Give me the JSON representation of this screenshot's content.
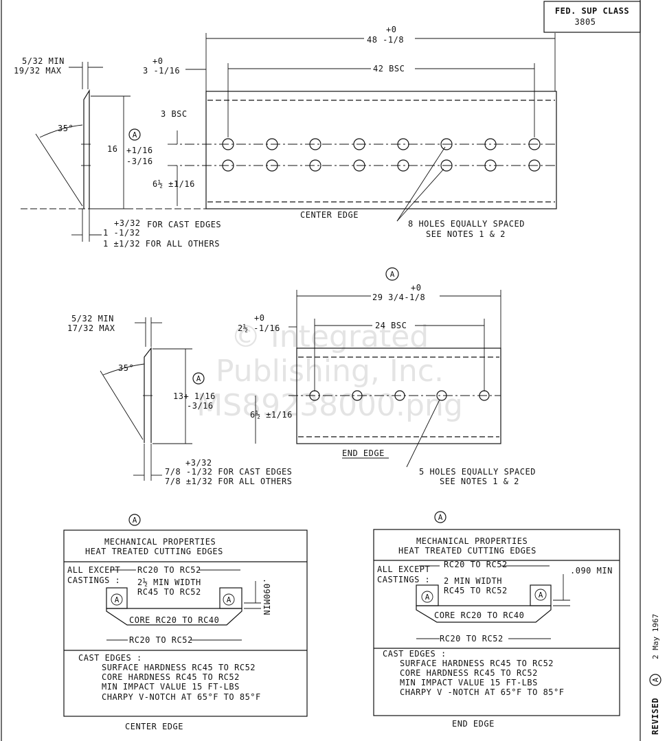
{
  "title_block": {
    "label": "FED. SUP CLASS",
    "value": "3805"
  },
  "revision": {
    "text": "REVISED",
    "mark": "A",
    "date": "2 May 1967"
  },
  "watermark": [
    "© Integrated",
    "Publishing, Inc.",
    "MS89238000.png"
  ],
  "center_edge": {
    "rev_mark": "A",
    "thickness": [
      "5/32 MIN",
      "19/32 MAX"
    ],
    "angle": "35°",
    "height_main": "16",
    "height_tol": [
      "+1/16",
      "-3/16"
    ],
    "overall_length_top": "+0",
    "overall_length": "48 -1/8",
    "hole_span": "42 BSC",
    "offset_tol": "+0",
    "offset": "3 -1/16",
    "row_spacing": "3 BSC",
    "bottom_row": "6½ ±1/16",
    "edge_cast_tol": "+3/32",
    "edge_cast": "FOR CAST EDGES",
    "edge_nominal": "1 -1/32",
    "edge_others": "1 ±1/32 FOR ALL OTHERS",
    "caption": "CENTER EDGE",
    "holes_note": [
      "8 HOLES EQUALLY SPACED",
      "SEE NOTES 1 & 2"
    ]
  },
  "end_edge": {
    "rev_mark": "A",
    "overall_length_top": "+0",
    "overall_length": "29 3/4-1/8",
    "hole_span": "24 BSC",
    "thickness": [
      "5/32 MIN",
      "17/32 MAX"
    ],
    "offset_tol": "+0",
    "offset": "2½ -1/16",
    "angle": "35°",
    "height_main": "13+ 1/16",
    "height_tol": "-3/16",
    "bottom_row": "6½ ±1/16",
    "caption": "END EDGE",
    "holes_note": [
      "5 HOLES EQUALLY SPACED",
      "SEE NOTES 1 & 2"
    ],
    "edge_cast_tol": "+3/32",
    "edge_cast": "7/8 -1/32 FOR CAST EDGES",
    "edge_others": "7/8 ±1/32 FOR ALL OTHERS"
  },
  "props_center": {
    "rev_mark": "A",
    "title1": "MECHANICAL PROPERTIES",
    "title2": "HEAT TREATED CUTTING EDGES",
    "label1": "ALL EXCEPT",
    "label2": "CASTINGS :",
    "top_range": "RC20 TO RC52",
    "min_width": "2½ MIN WIDTH",
    "width_range": "RC45 TO RC52",
    "depth": ".090MIN",
    "core": "CORE RC20 TO RC40",
    "bottom_range": "RC20 TO RC52",
    "mark": "A",
    "cast_title": "CAST EDGES :",
    "cast_lines": [
      "SURFACE HARDNESS RC45 TO RC52",
      "CORE HARDNESS     RC45 TO RC52",
      "MIN IMPACT VALUE     15 FT-LBS",
      "CHARPY V-NOTCH AT 65°F TO 85°F"
    ],
    "caption": "CENTER  EDGE"
  },
  "props_end": {
    "rev_mark": "A",
    "title1": "MECHANICAL PROPERTIES",
    "title2": "HEAT TREATED CUTTING EDGES",
    "label1": "ALL EXCEPT",
    "label2": "CASTINGS :",
    "top_range": "RC20 TO RC52",
    "min_width": "2 MIN WIDTH",
    "width_range": "RC45 TO RC52",
    "depth": ".090 MIN",
    "core": "CORE RC20 TO RC40",
    "bottom_range": "RC20 TO RC52",
    "mark": "A",
    "cast_title": "CAST EDGES :",
    "cast_lines": [
      "SURFACE HARDNESS RC45 TO RC52",
      "CORE HARDNESS     RC45 TO RC52",
      "MIN IMPACT VALUE     15 FT-LBS",
      "CHARPY V -NOTCH AT 65°F TO 85°F"
    ],
    "caption": "END EDGE"
  }
}
